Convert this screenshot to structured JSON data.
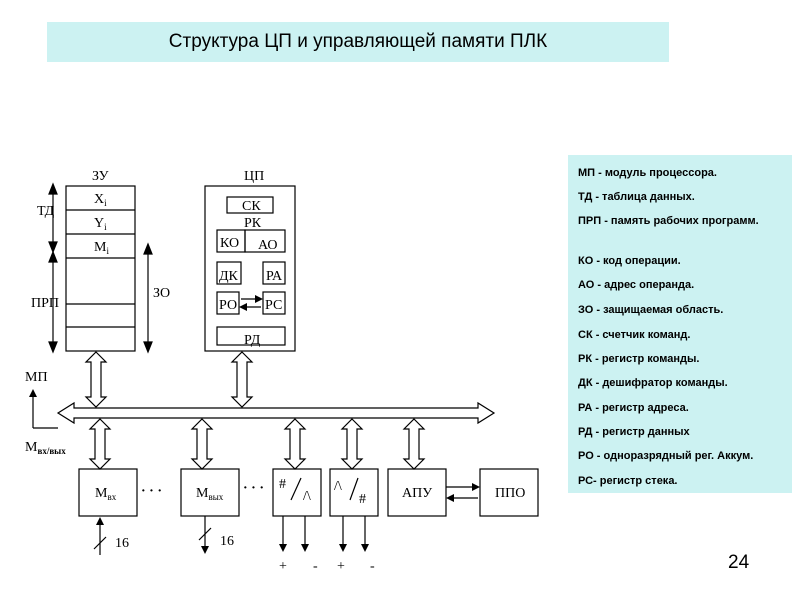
{
  "title": "Структура ЦП и управляющей памяти ПЛК",
  "page_number": "24",
  "diagram": {
    "zu": {
      "label": "ЗУ",
      "rows": [
        "X",
        "Y",
        "M"
      ],
      "row_sub": "i"
    },
    "td_label": "ТД",
    "prp_label": "ПРП",
    "zo_label": "ЗО",
    "cpu": {
      "label": "ЦП",
      "sk": "СК",
      "rk": "РК",
      "ko": "КО",
      "ao": "АО",
      "dk": "ДК",
      "ra": "РА",
      "ro": "РО",
      "rs": "РС",
      "rd": "РД"
    },
    "mp_label": "МП",
    "mvxvyx": {
      "main": "М",
      "sub": "вх/вых"
    },
    "modules": {
      "m_in": {
        "main": "М",
        "sub": "вх"
      },
      "m_out": {
        "main": "М",
        "sub": "вых"
      },
      "dac_symbol_a": "#",
      "dac_symbol_b": "/\\",
      "apu": "АПУ",
      "ppo": "ППО"
    },
    "dots": "· · ·",
    "count_in": "16",
    "count_out": "16",
    "signs": [
      "+",
      "-",
      "+",
      "-"
    ]
  },
  "legend": [
    "МП - модуль процессора.",
    "ТД - таблица данных.",
    "ПРП - память рабочих программ.",
    "КО - код операции.",
    "АО - адрес операнда.",
    "ЗО - защищаемая область.",
    "СК - счетчик команд.",
    "РК - регистр команды.",
    "ДК - дешифратор команды.",
    "РА - регистр адреса.",
    "РД - регистр данных",
    "РО - одноразрядный рег. Аккум.",
    "РС- регистр стека."
  ]
}
